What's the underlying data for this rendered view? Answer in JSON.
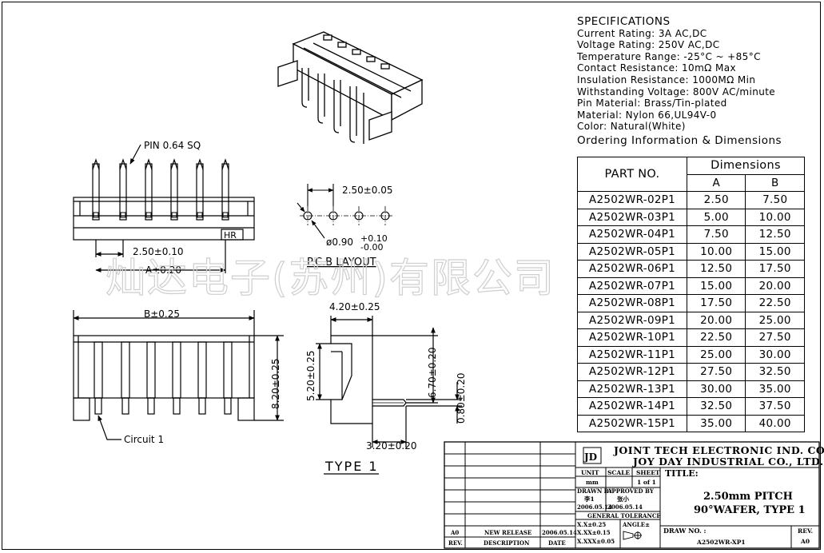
{
  "specifications": {
    "heading": "SPECIFICATIONS",
    "lines": [
      "Current Rating: 3A AC,DC",
      "Voltage Rating: 250V AC,DC",
      "Temperature Range: -25°C ~ +85°C",
      "Contact Resistance: 10mΩ Max",
      "Insulation Resistance: 1000MΩ Min",
      "Withstanding Voltage: 800V AC/minute",
      "Pin Material: Brass/Tin-plated",
      "Material: Nylon 66,UL94V-0",
      "Color: Natural(White)"
    ]
  },
  "ordering": {
    "heading": "Ordering Information & Dimensions",
    "col_part": "PART NO.",
    "col_dims": "Dimensions",
    "col_a": "A",
    "col_b": "B",
    "rows": [
      [
        "A2502WR-02P1",
        "2.50",
        "7.50"
      ],
      [
        "A2502WR-03P1",
        "5.00",
        "10.00"
      ],
      [
        "A2502WR-04P1",
        "7.50",
        "12.50"
      ],
      [
        "A2502WR-05P1",
        "10.00",
        "15.00"
      ],
      [
        "A2502WR-06P1",
        "12.50",
        "17.50"
      ],
      [
        "A2502WR-07P1",
        "15.00",
        "20.00"
      ],
      [
        "A2502WR-08P1",
        "17.50",
        "22.50"
      ],
      [
        "A2502WR-09P1",
        "20.00",
        "25.00"
      ],
      [
        "A2502WR-10P1",
        "22.50",
        "27.50"
      ],
      [
        "A2502WR-11P1",
        "25.00",
        "30.00"
      ],
      [
        "A2502WR-12P1",
        "27.50",
        "32.50"
      ],
      [
        "A2502WR-13P1",
        "30.00",
        "35.00"
      ],
      [
        "A2502WR-14P1",
        "32.50",
        "37.50"
      ],
      [
        "A2502WR-15P1",
        "35.00",
        "40.00"
      ]
    ]
  },
  "drawing": {
    "pin_label": "PIN 0.64 SQ",
    "pitch_label": "2.50±0.10",
    "a_label": "A±0.20",
    "hr_label": "HR",
    "pcb_pitch": "2.50±0.05",
    "pcb_hole": "ø0.90",
    "pcb_hole_tol_plus": "+0.10",
    "pcb_hole_tol_minus": "-0.00",
    "pcb_title": "P.C.B LAYOUT",
    "b_label": "B±0.25",
    "height_label": "8.20±0.25",
    "circuit_label": "Circuit 1",
    "side_width": "4.20±0.25",
    "side_height": "5.20±0.25",
    "side_pin_height": "6.70±0.20",
    "side_pin_thk": "0.80±0.20",
    "side_pin_len": "3.20±0.20",
    "type_label": "TYPE 1",
    "watermark": "灿达电子(苏州)有限公司"
  },
  "title_block": {
    "company1": "JOINT TECH ELECTRONIC IND. CO., LTD.",
    "company2": "JOY DAY INDUSTRIAL CO., LTD.",
    "title_label": "TITLE:",
    "title1": "2.50mm PITCH",
    "title2": "90°WAFER, TYPE 1",
    "unit_label": "UNIT",
    "unit_value": "mm",
    "scale_label": "SCALE",
    "sheet_label": "SHEET",
    "sheet_value": "1 of 1",
    "drawn_label": "DRAWN BY",
    "drawn_name": "李1",
    "drawn_date": "2006.05.14",
    "approved_label": "APPROVED BY",
    "approved_name": "张小",
    "approved_date": "2006.05.14",
    "tolerance_label": "GENERAL TOLERANCE",
    "tol1": "X.X±0.25",
    "tol2": "X.XX±0.15",
    "tol3": "X.XXX±0.05",
    "angle_label": "ANGLE±",
    "drw_label": "DRAW NO. :",
    "drw_value": "A2502WR-XP1",
    "rev_label": "REV.",
    "rev_value": "A0",
    "hist_rev": "A0",
    "hist_desc": "NEW RELEASE",
    "hist_date": "2006.05.14",
    "col_rev": "REV.",
    "col_desc": "DESCRIPTION",
    "col_date": "DATE"
  }
}
